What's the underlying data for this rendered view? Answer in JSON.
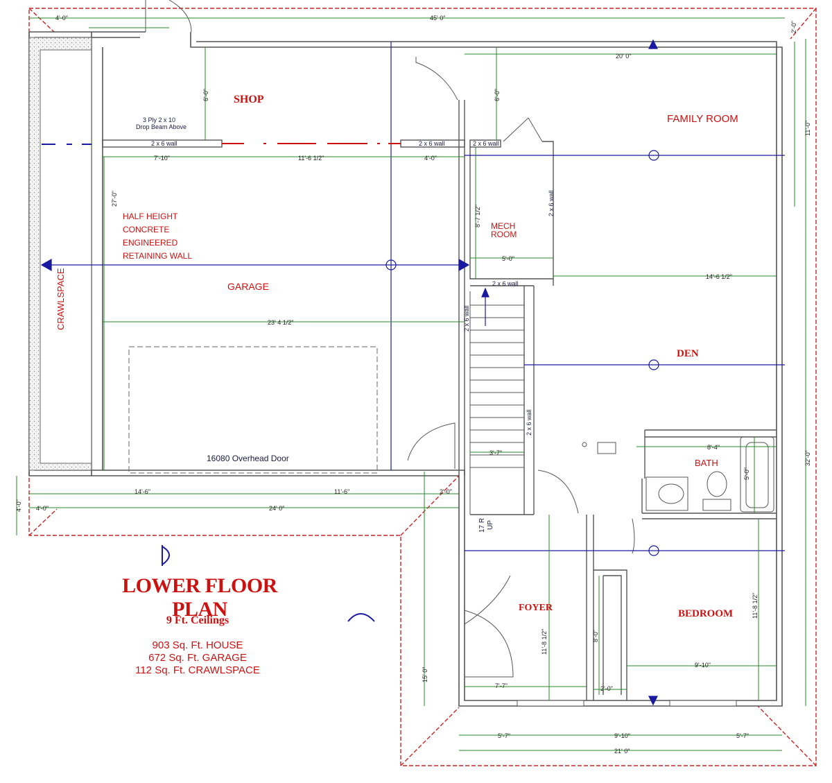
{
  "plan": {
    "title": "LOWER FLOOR PLAN",
    "ceilings": "9 Ft. Ceilings",
    "areas": [
      "903 Sq. Ft. HOUSE",
      "672 Sq. Ft. GARAGE",
      "112 Sq. Ft. CRAWLSPACE"
    ]
  },
  "rooms": {
    "shop": "SHOP",
    "family_room": "FAMILY  ROOM",
    "garage": "GARAGE",
    "crawlspace": "CRAWLSPACE",
    "mech_room_1": "MECH",
    "mech_room_2": "ROOM",
    "den": "DEN",
    "bath": "BATH",
    "foyer": "FOYER",
    "bedroom": "BEDROOM"
  },
  "notes": {
    "beam_1": "3 Ply 2 x 10",
    "beam_2": "Drop Beam Above",
    "wall_note": [
      "HALF HEIGHT",
      "CONCRETE",
      "ENGINEERED",
      "RETAINING WALL"
    ],
    "overhead_door": "16080 Overhead Door",
    "stairs": "17 R",
    "stairs_up": "UP",
    "wall_2x6": "2 x 6 wall"
  },
  "dimensions": {
    "d_45_0": "45' 0\"",
    "d_4_0_top": "4'-0\"",
    "d_2_0_top": "2'-0\"",
    "d_20_0": "20' 0\"",
    "d_11_0": "11'-0\"",
    "d_6_0_shop": "6'-0\"",
    "d_6_0_family": "6'-0\"",
    "d_7_10": "7'-10\"",
    "d_11_6_half": "11'-6 1/2\"",
    "d_4_0_mid": "4'-0\"",
    "d_27_0": "27'-0\"",
    "d_8_7_half": "8'-7 1/2\"",
    "d_5_0_mech": "5'-0\"",
    "d_14_6_half": "14'-6 1/2\"",
    "d_23_4_half": "23' 4 1/2\"",
    "d_32_0": "32'-0\"",
    "d_3_7": "3'-7\"",
    "d_8_4": "8'-4\"",
    "d_5_0_bath": "5'-0\"",
    "d_14_6": "14'-6\"",
    "d_11_6": "11'-6\"",
    "d_2_0_bottom": "2'-0\"",
    "d_4_0_left": "4'-0\"",
    "d_4_0_side": "4'-0\"",
    "d_24_0": "24' 0\"",
    "d_15_0": "15' 0\"",
    "d_11_8_half_foyer": "11'-8 1/2\"",
    "d_8_0": "8'-0\"",
    "d_11_8_half_bed": "11'-8 1/2\"",
    "d_7_7": "7'-7\"",
    "d_2_0_closet": "2'-0\"",
    "d_9_10_bed": "9'-10\"",
    "d_5_7_left": "5'-7\"",
    "d_9_10_bottom": "9'-10\"",
    "d_5_7_right": "5'-7\"",
    "d_21_0": "21' 0\""
  },
  "colors": {
    "wall": "#555555",
    "dimension": "#2a8a2a",
    "label": "#cc1111",
    "axis": "#1a1aa0",
    "hip": "#cc2222"
  }
}
